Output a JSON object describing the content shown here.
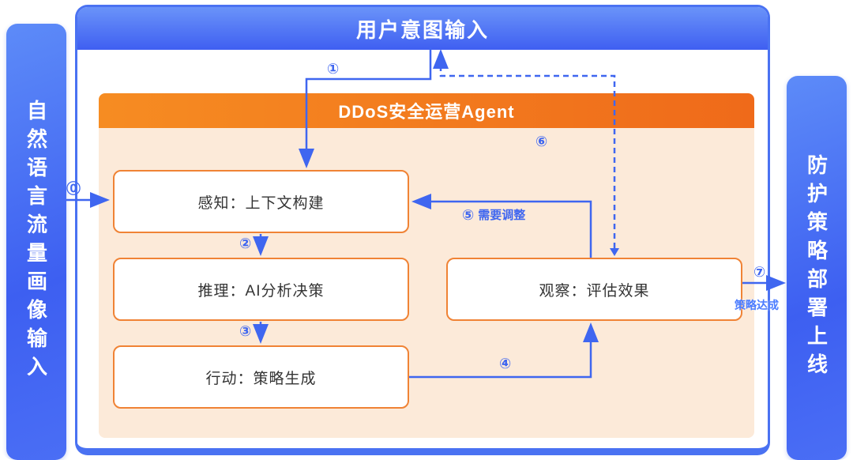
{
  "top_banner": {
    "title": "用户意图输入"
  },
  "left_rail": {
    "label": "自然语言流量画像输入"
  },
  "right_rail": {
    "label": "防护策略部署上线"
  },
  "agent_panel": {
    "title": "DDoS安全运营Agent"
  },
  "nodes": {
    "perceive": {
      "label": "感知：上下文构建"
    },
    "reason": {
      "label": "推理：AI分析决策"
    },
    "act": {
      "label": "行动：策略生成"
    },
    "observe": {
      "label": "观察：评估效果"
    }
  },
  "steps": {
    "s0": "⓪",
    "s1": "①",
    "s2": "②",
    "s3": "③",
    "s4": "④",
    "s5": "⑤",
    "s6": "⑥",
    "s7": "⑦"
  },
  "edge_labels": {
    "adjust": "需要调整",
    "achieved": "策略达成"
  },
  "colors": {
    "blue": "#3f66f0",
    "orange": "#f08335",
    "peach": "#fcead9"
  }
}
